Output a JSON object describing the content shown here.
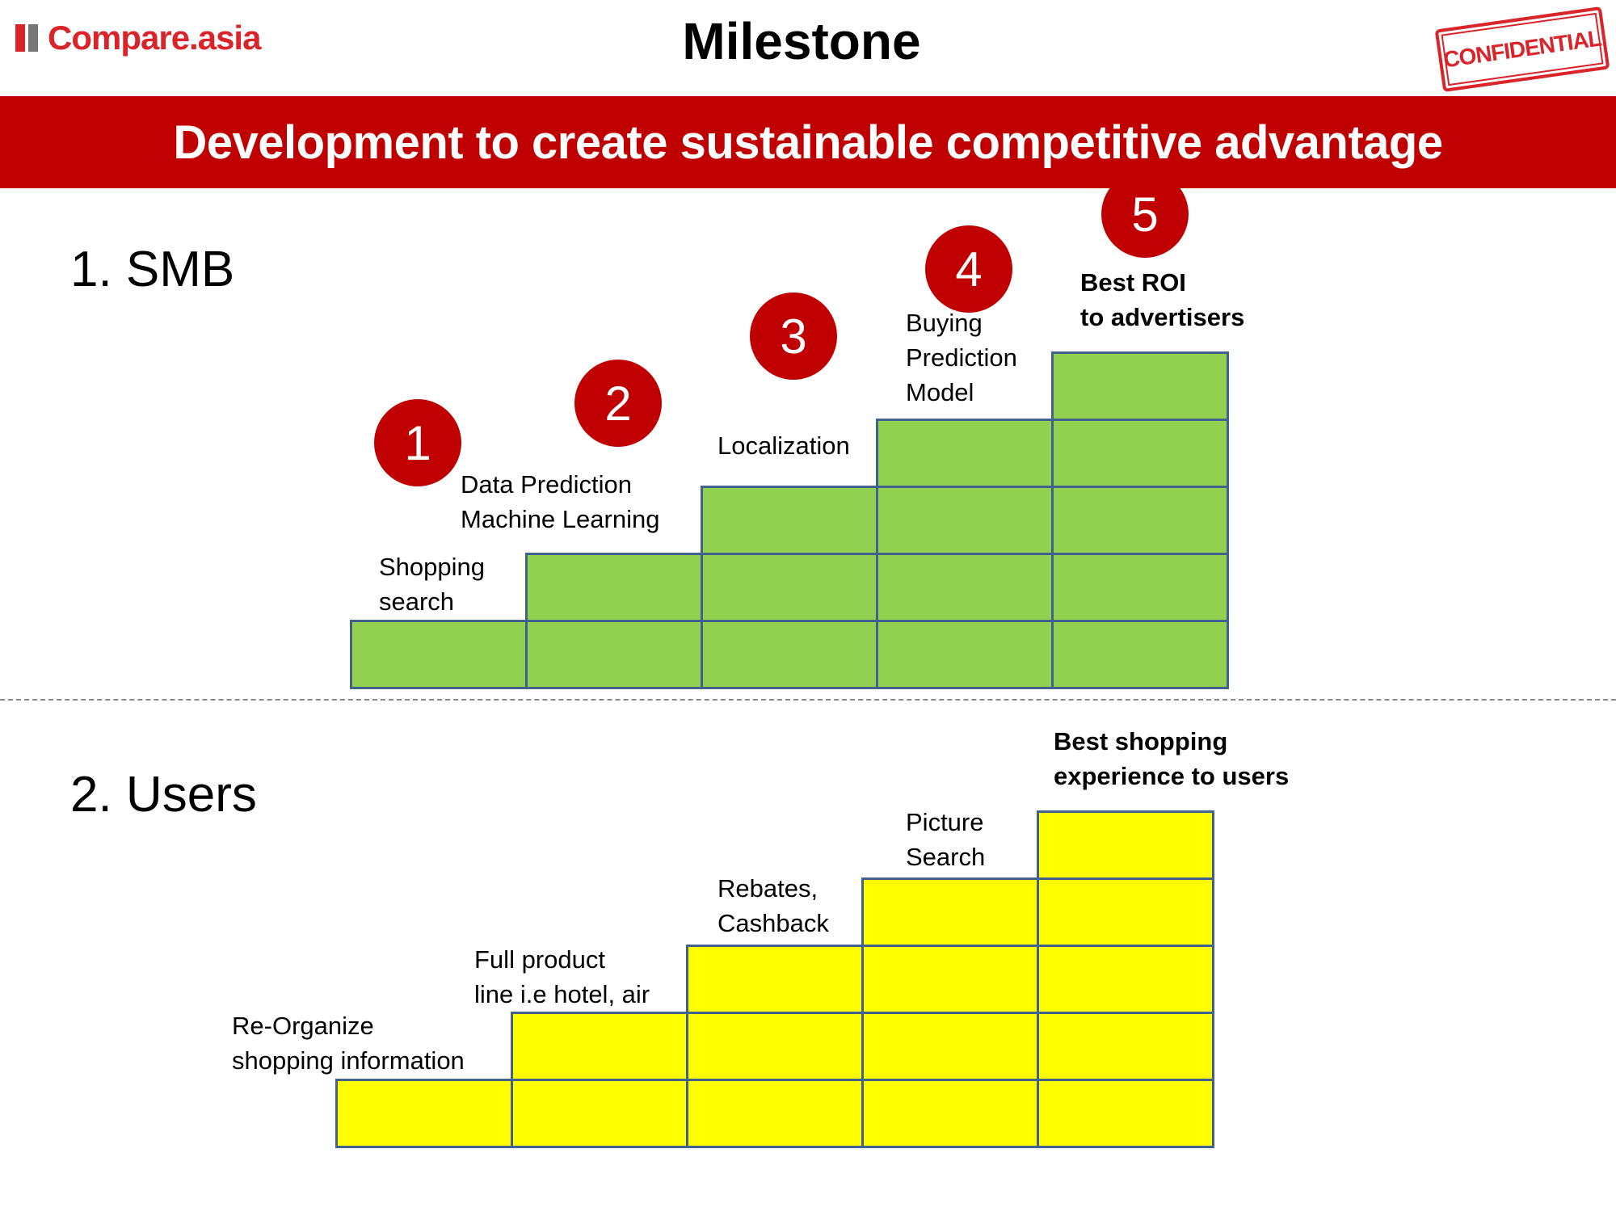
{
  "header": {
    "logo_text": "Compare.asia",
    "title": "Milestone",
    "stamp": "CONFIDENTIAL",
    "banner": "Development to create sustainable competitive advantage"
  },
  "colors": {
    "red": "#c00000",
    "green": "#92d050",
    "yellow": "#ffff00",
    "border": "#41618f"
  },
  "smb": {
    "title": "1. SMB",
    "step_numbers": [
      "1",
      "2",
      "3",
      "4",
      "5"
    ],
    "labels": [
      {
        "lines": [
          "Shopping",
          "search"
        ]
      },
      {
        "lines": [
          "Data Prediction",
          "Machine Learning"
        ]
      },
      {
        "lines": [
          "Localization"
        ]
      },
      {
        "lines": [
          "Buying",
          "Prediction",
          "Model"
        ]
      },
      {
        "lines": [
          "Best ROI",
          "to advertisers"
        ]
      }
    ]
  },
  "users": {
    "title": "2. Users",
    "labels": [
      {
        "lines": [
          "Re-Organize",
          "shopping information"
        ]
      },
      {
        "lines": [
          "Full product",
          "line i.e hotel, air"
        ]
      },
      {
        "lines": [
          "Rebates,",
          "Cashback"
        ]
      },
      {
        "lines": [
          "Picture",
          "Search"
        ]
      },
      {
        "lines": [
          "Best shopping",
          "experience to users"
        ]
      }
    ]
  }
}
